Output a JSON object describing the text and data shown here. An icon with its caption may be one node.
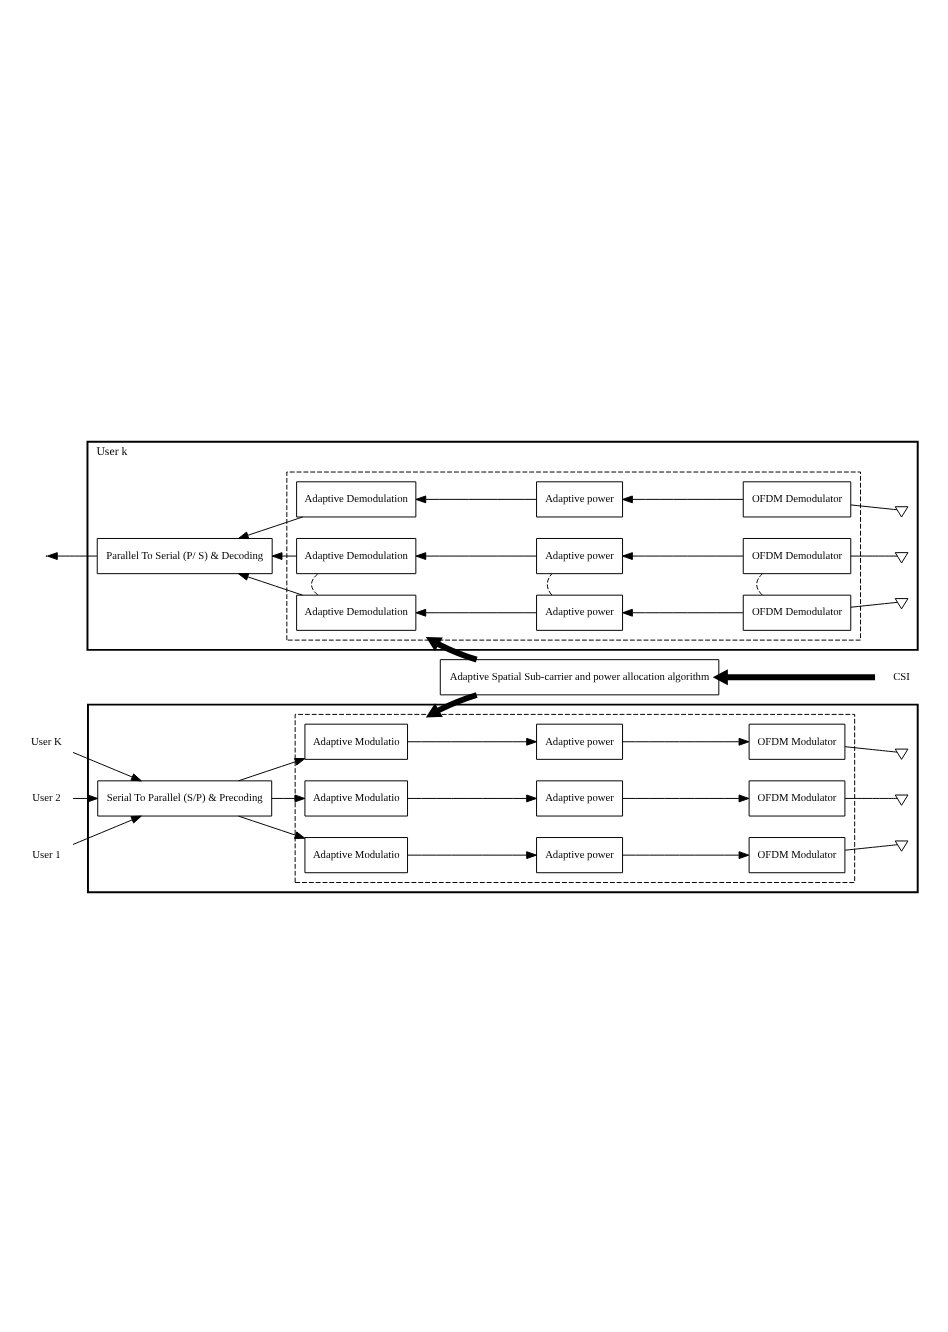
{
  "diagram": {
    "nodes": [
      {
        "text": [],
        "shape": "box"
      },
      {
        "text": [
          "User 1"
        ]
      },
      {
        "text": [
          "User 2"
        ]
      },
      {
        "text": [
          "User K"
        ]
      },
      {
        "text": [
          "Serial To Parallel (S/P) & Precoding"
        ],
        "in": 0
      },
      {
        "text": [],
        "shape": "box",
        "in": 0
      },
      {
        "text": [
          "Adaptive Modulatio"
        ],
        "in": 5
      },
      {
        "text": [
          "Adaptive power"
        ],
        "in": 5
      },
      {
        "text": [
          "OFDM Modulator"
        ],
        "in": 5
      },
      {
        "text": [
          "Adaptive Modulatio"
        ],
        "in": 5
      },
      {
        "text": [
          "Adaptive power"
        ],
        "in": 5
      },
      {
        "text": [
          "OFDM Modulator"
        ],
        "in": 5
      },
      {
        "text": [
          "Adaptive Modulatio"
        ],
        "in": 5
      },
      {
        "text": [
          "Adaptive power"
        ],
        "in": 5
      },
      {
        "text": [
          "OFDM Modulator"
        ],
        "in": 5
      },
      {
        "text": [],
        "shape": "antenna",
        "in": 0
      },
      {
        "text": [],
        "shape": "antenna",
        "in": 0
      },
      {
        "text": [],
        "shape": "antenna",
        "in": 0
      },
      {
        "text": [
          "Adaptive Spatial Sub-carrier and power allocation algorithm"
        ]
      },
      {
        "text": [
          "CSI"
        ]
      },
      {
        "text": [
          "User k"
        ]
      },
      {
        "text": [
          "Parallel To Serial (P/ S) & Decoding"
        ],
        "in": 20
      },
      {
        "text": [],
        "shape": "box",
        "in": 20
      },
      {
        "text": [
          "Adaptive Demodulation"
        ],
        "in": 22
      },
      {
        "text": [
          "Adaptive power"
        ],
        "in": 22
      },
      {
        "text": [
          "OFDM Demodulator"
        ],
        "in": 22
      },
      {
        "text": [
          "Adaptive Demodulation"
        ],
        "in": 22
      },
      {
        "text": [
          "Adaptive power"
        ],
        "in": 22
      },
      {
        "text": [
          "OFDM Demodulator"
        ],
        "in": 22
      },
      {
        "text": [
          "Adaptive Demodulation"
        ],
        "in": 22
      },
      {
        "text": [
          "Adaptive power"
        ],
        "in": 22
      },
      {
        "text": [
          "OFDM Demodulator"
        ],
        "in": 22
      },
      {
        "text": [],
        "shape": "antenna",
        "in": 20
      },
      {
        "text": [],
        "shape": "antenna",
        "in": 20
      },
      {
        "text": [],
        "shape": "antenna",
        "in": 20
      }
    ],
    "edges": [
      {
        "from": 1,
        "to": 4,
        "arrow": "to"
      },
      {
        "from": 2,
        "to": 4,
        "arrow": "to"
      },
      {
        "from": 3,
        "to": 4,
        "arrow": "to"
      },
      {
        "from": 4,
        "to": 6,
        "arrow": "to"
      },
      {
        "from": 4,
        "to": 9,
        "arrow": "to"
      },
      {
        "from": 4,
        "to": 12,
        "arrow": "to"
      },
      {
        "from": 6,
        "to": 7,
        "arrow": "to"
      },
      {
        "from": 7,
        "to": 8,
        "arrow": "to"
      },
      {
        "from": 9,
        "to": 10,
        "arrow": "to"
      },
      {
        "from": 10,
        "to": 11,
        "arrow": "to"
      },
      {
        "from": 12,
        "to": 13,
        "arrow": "to"
      },
      {
        "from": 13,
        "to": 14,
        "arrow": "to"
      },
      {
        "from": 8,
        "to": 15,
        "arrow": "none"
      },
      {
        "from": 11,
        "to": 16,
        "arrow": "none"
      },
      {
        "from": 14,
        "to": 17,
        "arrow": "none"
      },
      {
        "from": 18,
        "to": 5,
        "arrow": "to",
        "style": "thick"
      },
      {
        "from": 19,
        "to": 18,
        "arrow": "to",
        "style": "thick"
      },
      {
        "from": 18,
        "to": 22,
        "arrow": "to",
        "style": "thick"
      },
      {
        "from": 32,
        "to": 25,
        "arrow": "none"
      },
      {
        "from": 33,
        "to": 28,
        "arrow": "none"
      },
      {
        "from": 34,
        "to": 31,
        "arrow": "none"
      },
      {
        "from": 25,
        "to": 24,
        "arrow": "to"
      },
      {
        "from": 24,
        "to": 23,
        "arrow": "to"
      },
      {
        "from": 28,
        "to": 27,
        "arrow": "to"
      },
      {
        "from": 27,
        "to": 26,
        "arrow": "to"
      },
      {
        "from": 31,
        "to": 30,
        "arrow": "to"
      },
      {
        "from": 30,
        "to": 29,
        "arrow": "to"
      },
      {
        "from": 23,
        "to": 21,
        "arrow": "to"
      },
      {
        "from": 26,
        "to": 21,
        "arrow": "to"
      },
      {
        "from": 29,
        "to": 21,
        "arrow": "to"
      },
      {
        "from": 26,
        "to": 29,
        "arrow": "none",
        "style": "dashed"
      },
      {
        "from": 27,
        "to": 30,
        "arrow": "none",
        "style": "dashed"
      },
      {
        "from": 28,
        "to": 31,
        "arrow": "none",
        "style": "dashed"
      },
      {
        "from": 21,
        "to": null,
        "arrow": "to"
      }
    ]
  }
}
